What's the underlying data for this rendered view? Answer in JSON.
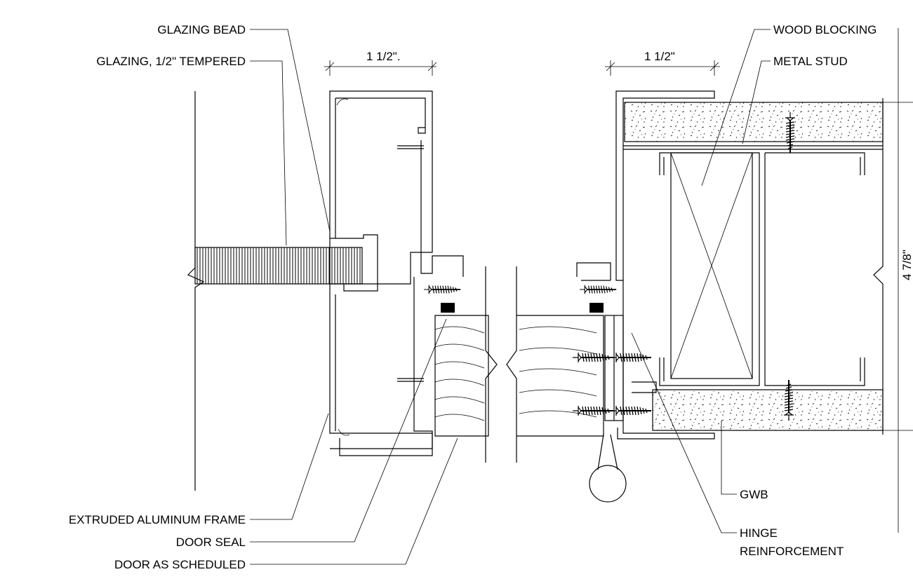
{
  "labels": {
    "glazing_bead": "GLAZING BEAD",
    "glazing": "GLAZING, 1/2\" TEMPERED",
    "frame": "EXTRUDED ALUMINUM FRAME",
    "door_seal": "DOOR SEAL",
    "door": "DOOR AS SCHEDULED",
    "wood_blocking": "WOOD BLOCKING",
    "metal_stud": "METAL STUD",
    "gwb": "GWB",
    "hinge_line1": "HINGE",
    "hinge_line2": "REINFORCEMENT"
  },
  "dimensions": {
    "left_width": "1 1/2\".",
    "right_width": "1 1/2\"",
    "wall_thickness": "4 7/8\""
  },
  "colors": {
    "line": "#000000",
    "background": "#ffffff"
  }
}
